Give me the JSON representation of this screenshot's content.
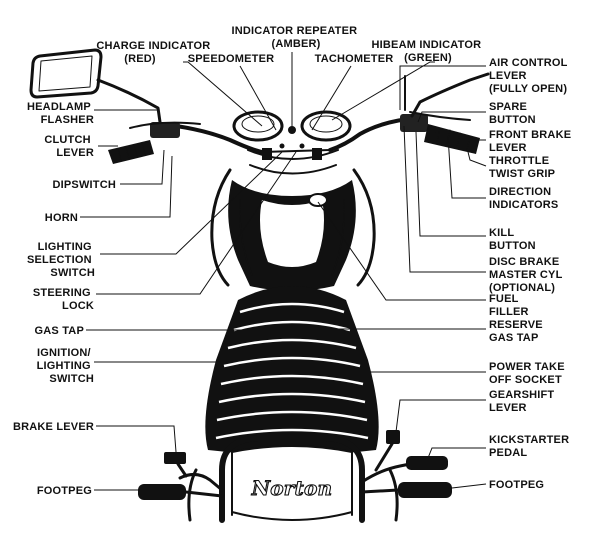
{
  "labels": {
    "charge_indicator": [
      "CHARGE INDICATOR",
      "(RED)"
    ],
    "indicator_repeater": [
      "INDICATOR REPEATER",
      "(AMBER)"
    ],
    "hibeam_indicator": [
      "HIBEAM INDICATOR",
      "(GREEN)"
    ],
    "speedometer": [
      "SPEEDOMETER"
    ],
    "tachometer": [
      "TACHOMETER"
    ],
    "air_control_lever": [
      "AIR CONTROL",
      "LEVER",
      "(FULLY OPEN)"
    ],
    "spare_button": [
      "SPARE",
      "BUTTON"
    ],
    "front_brake_lever": [
      "FRONT BRAKE",
      "LEVER"
    ],
    "throttle_twist_grip": [
      "THROTTLE",
      "TWIST GRIP"
    ],
    "direction_indicators": [
      "DIRECTION",
      "INDICATORS"
    ],
    "kill_button": [
      "KILL",
      "BUTTON"
    ],
    "disc_brake_master_cyl": [
      "DISC BRAKE",
      "MASTER CYL",
      "(OPTIONAL)"
    ],
    "fuel_filler": [
      "FUEL",
      "FILLER"
    ],
    "reserve_gas_tap": [
      "RESERVE",
      "GAS TAP"
    ],
    "power_take_off_socket": [
      "POWER TAKE",
      "OFF SOCKET"
    ],
    "gearshift_lever": [
      "GEARSHIFT",
      "LEVER"
    ],
    "kickstarter_pedal": [
      "KICKSTARTER",
      "PEDAL"
    ],
    "footpeg_right": [
      "FOOTPEG"
    ],
    "headlamp_flasher": [
      "HEADLAMP",
      "FLASHER"
    ],
    "clutch_lever": [
      "CLUTCH",
      "LEVER"
    ],
    "dipswitch": [
      "DIPSWITCH"
    ],
    "horn": [
      "HORN"
    ],
    "lighting_selection_switch": [
      "LIGHTING",
      "SELECTION",
      "SWITCH"
    ],
    "steering_lock": [
      "STEERING",
      "LOCK"
    ],
    "gas_tap": [
      "GAS TAP"
    ],
    "ignition_lighting_switch": [
      "IGNITION/",
      "LIGHTING",
      "SWITCH"
    ],
    "brake_lever": [
      "BRAKE LEVER"
    ],
    "footpeg_left": [
      "FOOTPEG"
    ]
  },
  "logo_text": "Norton"
}
